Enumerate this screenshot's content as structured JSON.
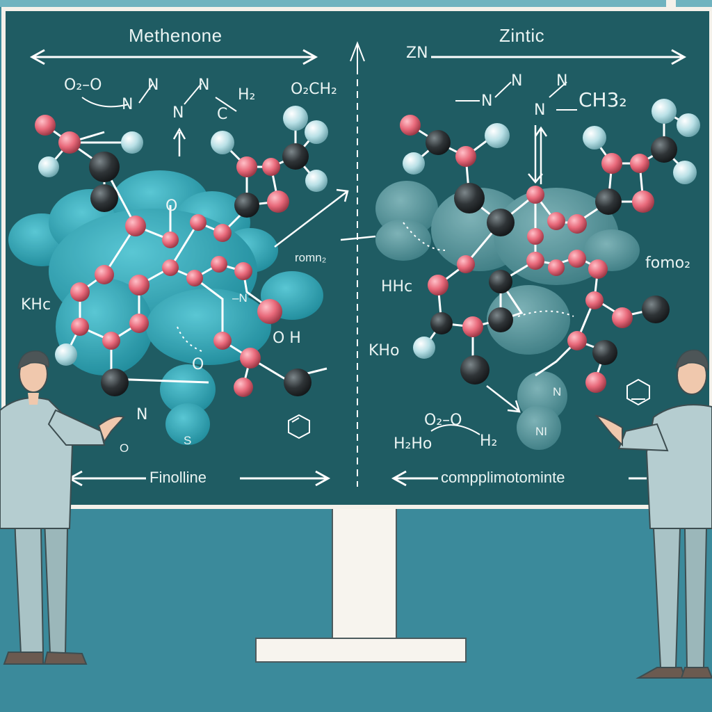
{
  "colors": {
    "wall": "#3b8a9b",
    "board": "#1f5c63",
    "board_frame": "#f4f1ea",
    "atom_pink": "#e8697a",
    "atom_dark": "#2f3437",
    "atom_light": "#b9e0e6",
    "protein_left": "#2fb1c4",
    "protein_right": "#5e9ea4",
    "suit": "#a9c3c6"
  },
  "left_panel": {
    "title": "Methenone",
    "caption": "Finolline",
    "labels": {
      "formula_top_left": "O₂–O",
      "n1": "N",
      "n2": "N",
      "n3": "N",
      "n4": "N",
      "c_top": "C",
      "h2": "H₂",
      "o2ch2": "O₂CH₂",
      "khc": "KHc",
      "oh": "O H",
      "n_bottom": "N",
      "o_bottom": "O",
      "s_bottom": "S",
      "v_n": "–N",
      "ring_o": "O",
      "ring_o2": "O"
    }
  },
  "right_panel": {
    "title": "Zintic",
    "caption": "compplimotominte",
    "labels": {
      "zn": "ZN",
      "n1": "N",
      "n2": "N",
      "n3": "N",
      "n4": "N",
      "ch3": "CH3₂",
      "hhc": "HHc",
      "kho": "KHo",
      "fomo2": "fomo₂",
      "o2o": "O₂–O",
      "h2ho": "H₂Ho",
      "h2": "H₂",
      "ni": "NI",
      "n_small": "N"
    }
  },
  "center": {
    "arrow_label": "romn₂"
  }
}
